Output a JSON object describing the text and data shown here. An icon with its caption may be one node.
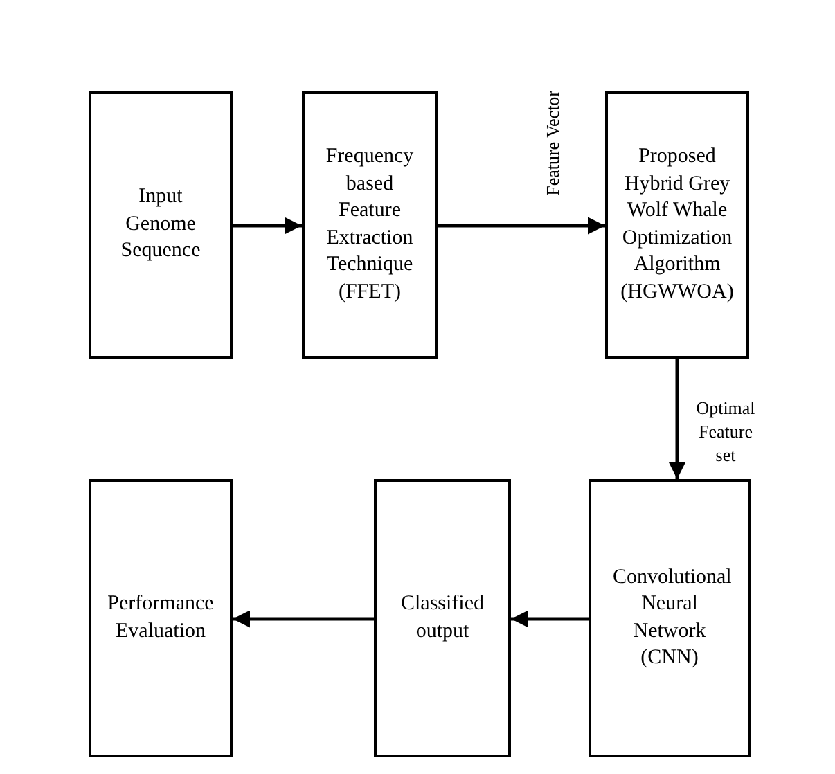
{
  "diagram": {
    "nodes": [
      {
        "text": [
          "Input Genome Sequence"
        ]
      },
      {
        "text": [
          "Frequency based Feature Extraction Technique (FFET)"
        ]
      },
      {
        "text": [
          "Proposed Hybrid Grey Wolf Whale Optimization Algorithm (HGWWOA)"
        ]
      },
      {
        "text": [
          "Convolutional Neural Network (CNN)"
        ]
      },
      {
        "text": [
          "Classified output"
        ]
      },
      {
        "text": [
          "Performance Evaluation"
        ]
      }
    ],
    "edges": [
      {
        "from": 0,
        "to": 1,
        "arrow": "to"
      },
      {
        "from": 1,
        "to": 2,
        "arrow": "to",
        "label": "Feature Vector"
      },
      {
        "from": 2,
        "to": 3,
        "arrow": "to",
        "label": "Optimal Feature set"
      },
      {
        "from": 3,
        "to": 4,
        "arrow": "to"
      },
      {
        "from": 4,
        "to": 5,
        "arrow": "to"
      }
    ]
  }
}
